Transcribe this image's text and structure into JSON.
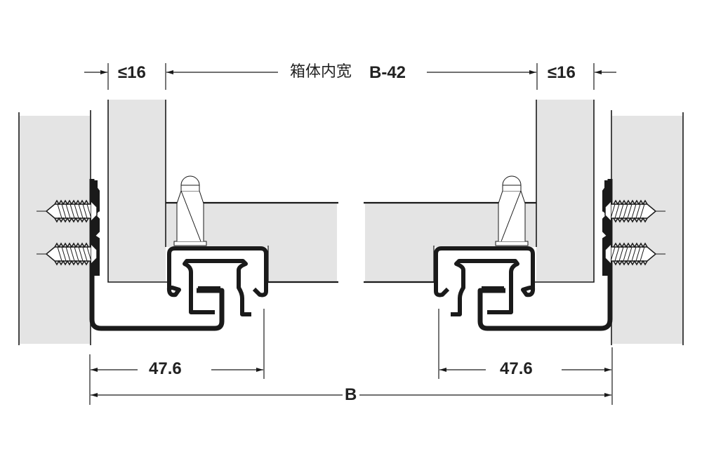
{
  "diagram": {
    "type": "technical drawing - drawer runner installation cross-section",
    "colors": {
      "line": "#1a1a1a",
      "panel_fill": "#e4e4e4",
      "background": "#ffffff"
    },
    "dimensions": {
      "top_left_max": "≤16",
      "top_right_max": "≤16",
      "inner_width_cn": "箱体内宽",
      "inner_width_formula": "B-42",
      "left_runner_width": "47.6",
      "right_runner_width": "47.6",
      "overall_width": "B"
    },
    "components": [
      {
        "name": "cabinet-side-panel-left"
      },
      {
        "name": "cabinet-side-panel-right"
      },
      {
        "name": "drawer-side-panel-left"
      },
      {
        "name": "drawer-side-panel-right"
      },
      {
        "name": "drawer-bottom-left"
      },
      {
        "name": "drawer-bottom-right"
      },
      {
        "name": "runner-profile-left"
      },
      {
        "name": "runner-profile-right"
      },
      {
        "name": "mounting-screws-left",
        "count": 2
      },
      {
        "name": "mounting-screws-right",
        "count": 2
      },
      {
        "name": "locking-pin-left"
      },
      {
        "name": "locking-pin-right"
      }
    ]
  }
}
